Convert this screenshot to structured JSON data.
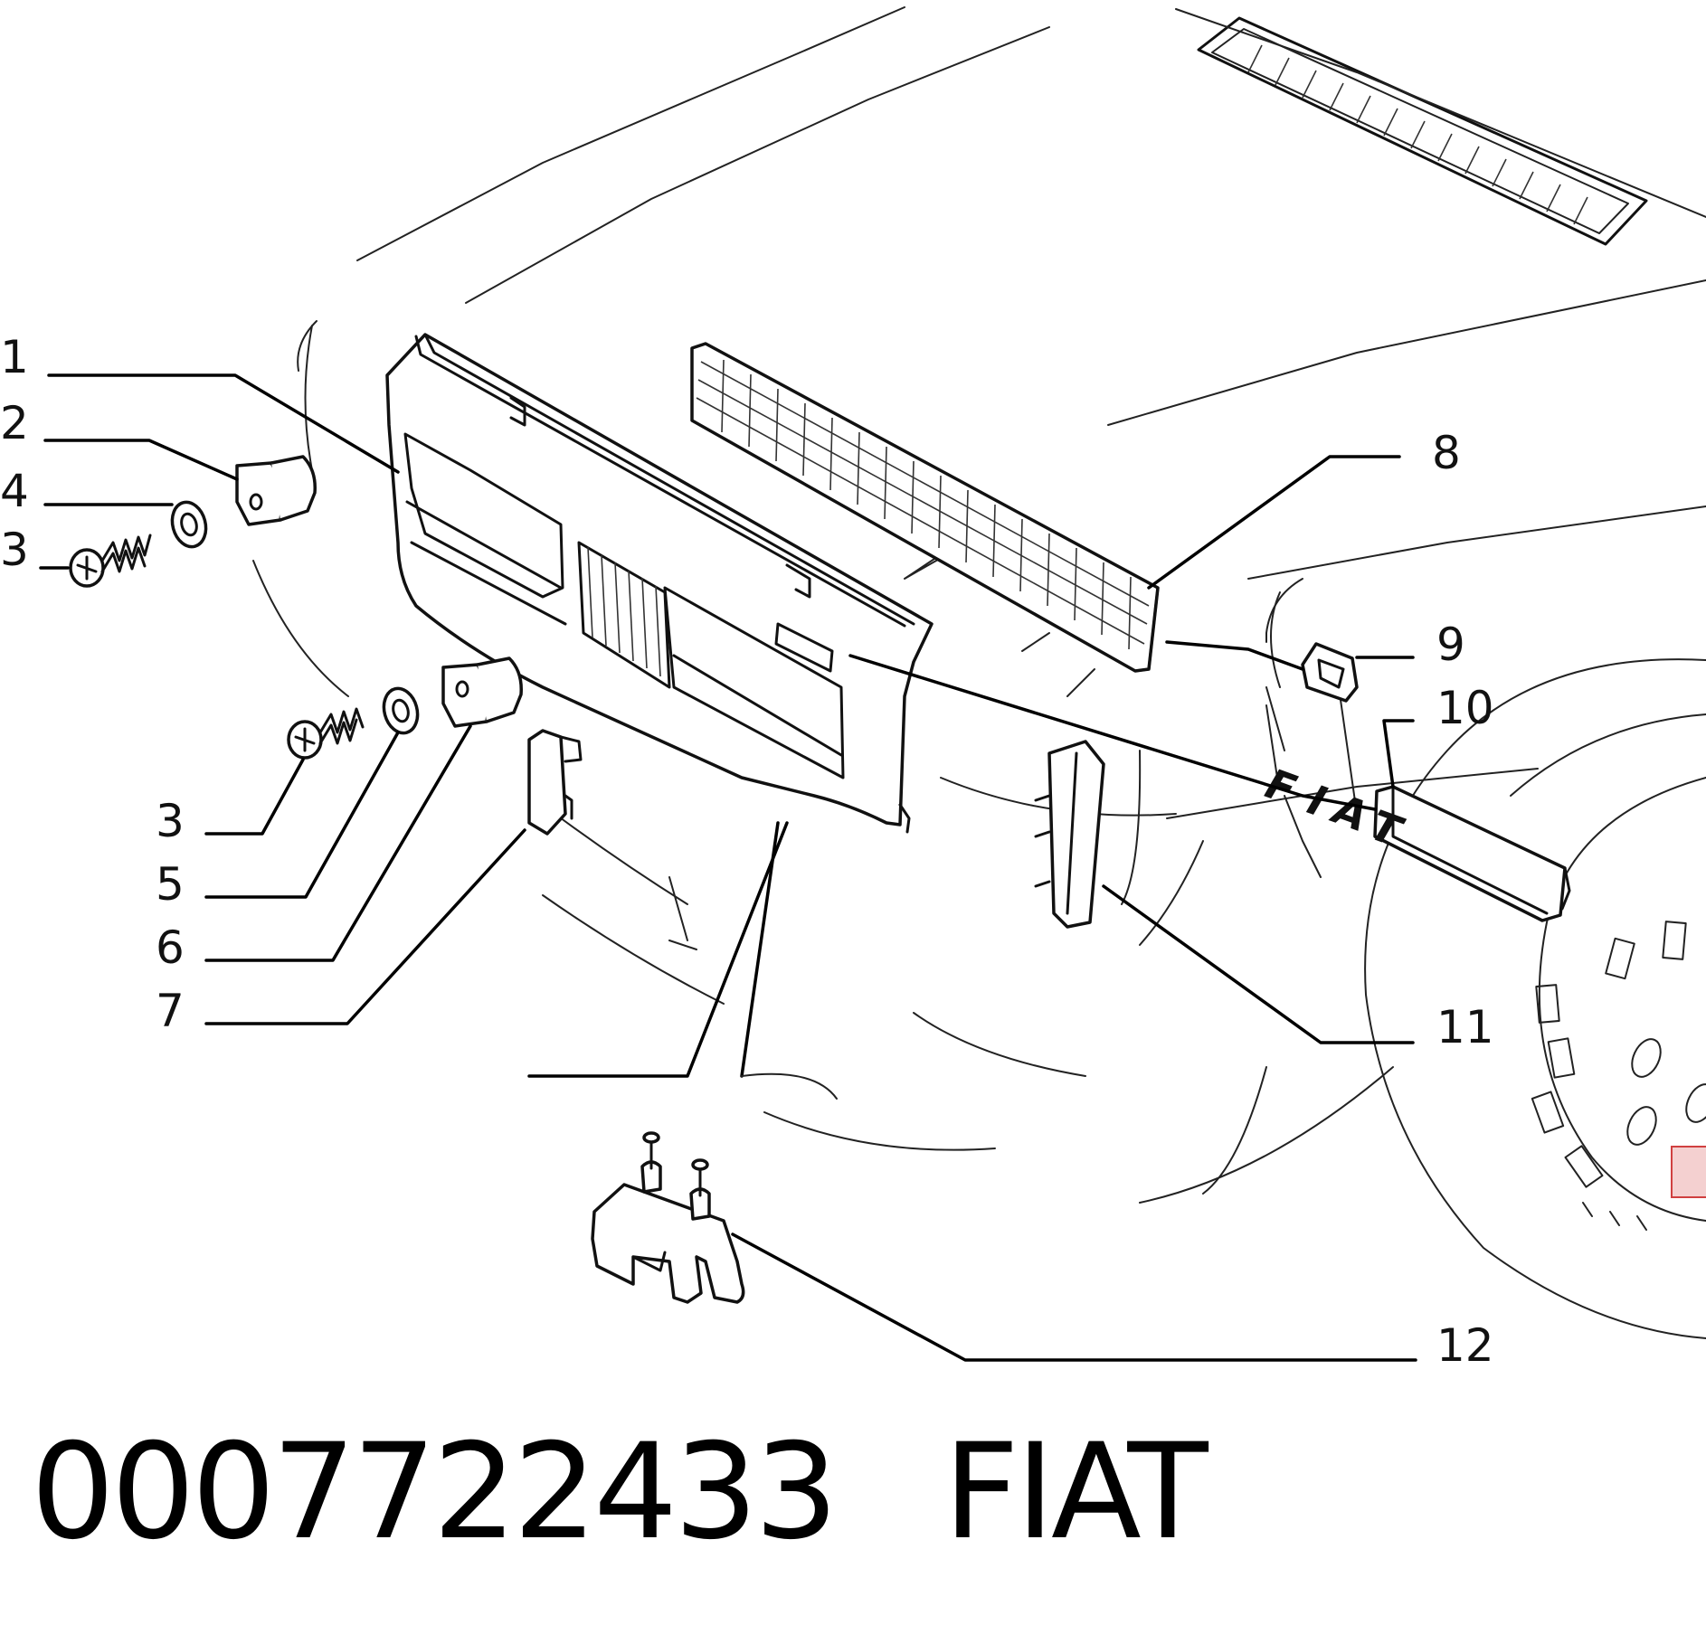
{
  "callouts": {
    "c1": "1",
    "c2": "2",
    "c4": "4",
    "c3a": "3",
    "c3b": "3",
    "c5": "5",
    "c6": "6",
    "c7": "7",
    "c8": "8",
    "c9": "9",
    "c10": "10",
    "c11": "11",
    "c12": "12"
  },
  "badge_text": {
    "l1": "F",
    "l2": "I",
    "l3": "A",
    "l4": "T"
  },
  "caption": {
    "part_number": "0007722433",
    "brand": "FIAT"
  }
}
